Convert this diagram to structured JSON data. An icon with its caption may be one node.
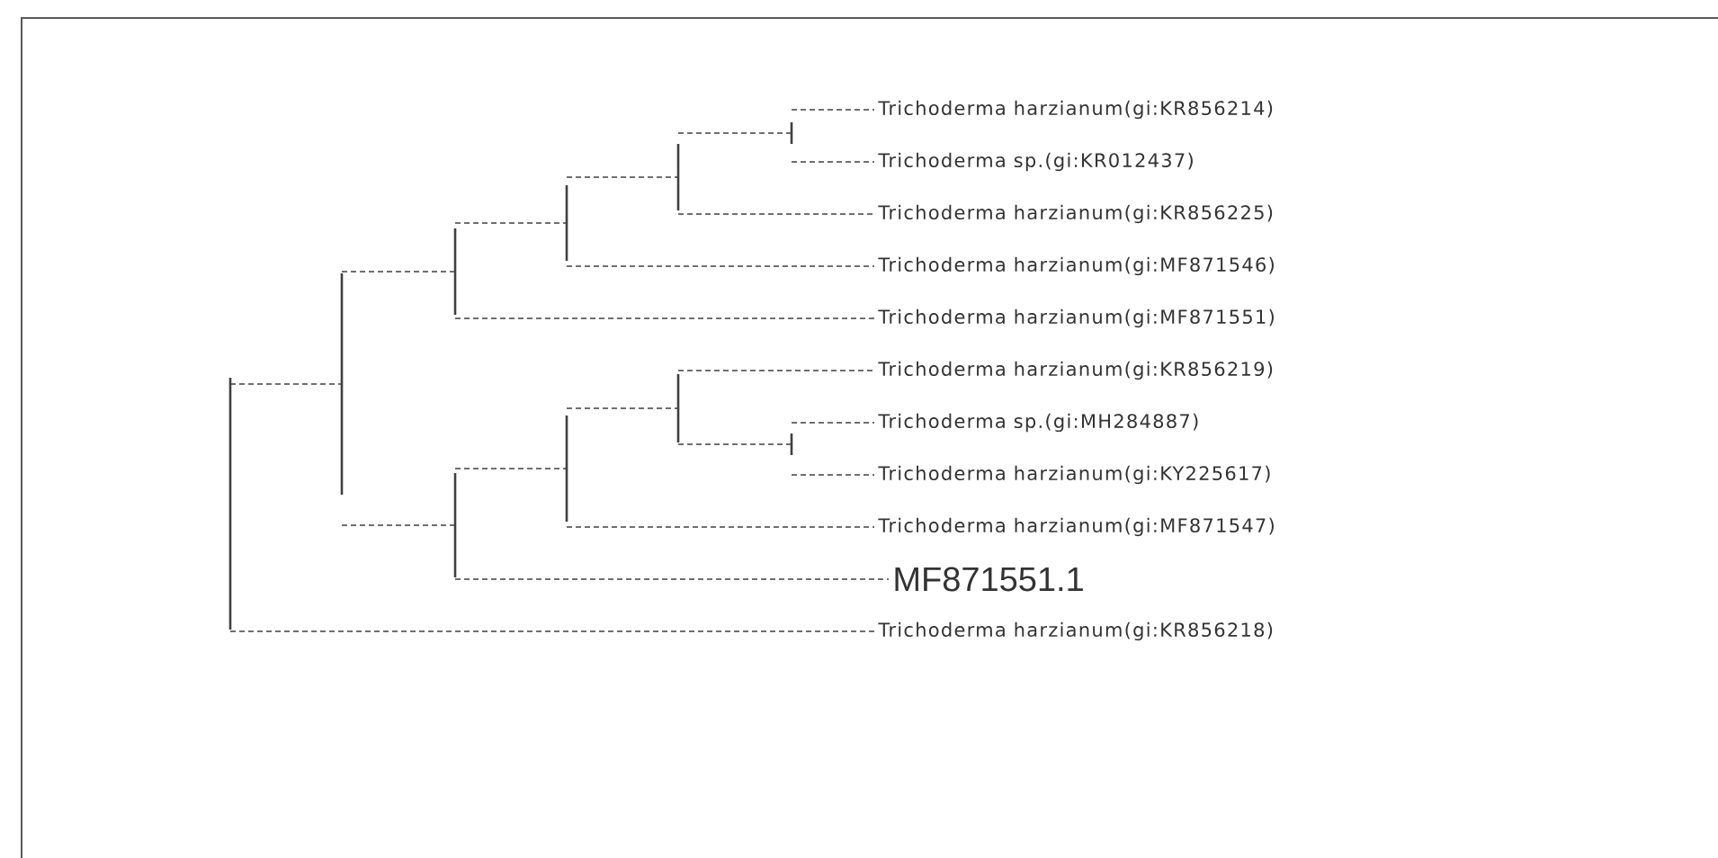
{
  "diagram": {
    "nodes": [
      {
        "text": [
          "Trichoderma harzianum(gi:KR856214)"
        ]
      },
      {
        "text": [
          "Trichoderma sp.(gi:KR012437)"
        ]
      },
      {
        "text": [
          "Trichoderma harzianum(gi:KR856225)"
        ]
      },
      {
        "text": [
          "Trichoderma harzianum(gi:MF871546)"
        ]
      },
      {
        "text": [
          "Trichoderma harzianum(gi:MF871551)"
        ]
      },
      {
        "text": [
          "Trichoderma harzianum(gi:KR856219)"
        ]
      },
      {
        "text": [
          "Trichoderma sp.(gi:MH284887)"
        ]
      },
      {
        "text": [
          "Trichoderma harzianum(gi:KY225617)"
        ]
      },
      {
        "text": [
          "Trichoderma harzianum(gi:MF871547)"
        ]
      },
      {
        "text": [
          "MF871551.1"
        ]
      },
      {
        "text": [
          "Trichoderma harzianum(gi:KR856218)"
        ]
      },
      {
        "text": [],
        "shape": "bar"
      },
      {
        "text": [],
        "shape": "bar"
      },
      {
        "text": [],
        "shape": "bar"
      },
      {
        "text": [],
        "shape": "bar"
      },
      {
        "text": [],
        "shape": "bar"
      },
      {
        "text": [],
        "shape": "bar"
      },
      {
        "text": [],
        "shape": "bar"
      },
      {
        "text": [],
        "shape": "bar"
      },
      {
        "text": [],
        "shape": "bar"
      },
      {
        "text": [],
        "shape": "bar"
      }
    ],
    "edges": [
      {
        "from": 11,
        "to": 12,
        "arrow": "none",
        "style": "dashed"
      },
      {
        "from": 11,
        "to": 10,
        "arrow": "none",
        "style": "dashed"
      },
      {
        "from": 12,
        "to": 13,
        "arrow": "none",
        "style": "dashed"
      },
      {
        "from": 12,
        "to": 14,
        "arrow": "none",
        "style": "dashed"
      },
      {
        "from": 13,
        "to": 15,
        "arrow": "none",
        "style": "dashed"
      },
      {
        "from": 13,
        "to": 4,
        "arrow": "none",
        "style": "dashed"
      },
      {
        "from": 14,
        "to": 16,
        "arrow": "none",
        "style": "dashed"
      },
      {
        "from": 14,
        "to": 9,
        "arrow": "none",
        "style": "dashed"
      },
      {
        "from": 15,
        "to": 17,
        "arrow": "none",
        "style": "dashed"
      },
      {
        "from": 15,
        "to": 3,
        "arrow": "none",
        "style": "dashed"
      },
      {
        "from": 16,
        "to": 18,
        "arrow": "none",
        "style": "dashed"
      },
      {
        "from": 16,
        "to": 8,
        "arrow": "none",
        "style": "dashed"
      },
      {
        "from": 17,
        "to": 19,
        "arrow": "none",
        "style": "dashed"
      },
      {
        "from": 17,
        "to": 2,
        "arrow": "none",
        "style": "dashed"
      },
      {
        "from": 18,
        "to": 5,
        "arrow": "none",
        "style": "dashed"
      },
      {
        "from": 18,
        "to": 20,
        "arrow": "none",
        "style": "dashed"
      },
      {
        "from": 19,
        "to": 0,
        "arrow": "none",
        "style": "dashed"
      },
      {
        "from": 19,
        "to": 1,
        "arrow": "none",
        "style": "dashed"
      },
      {
        "from": 20,
        "to": 6,
        "arrow": "none",
        "style": "dashed"
      },
      {
        "from": 20,
        "to": 7,
        "arrow": "none",
        "style": "dashed"
      }
    ]
  }
}
